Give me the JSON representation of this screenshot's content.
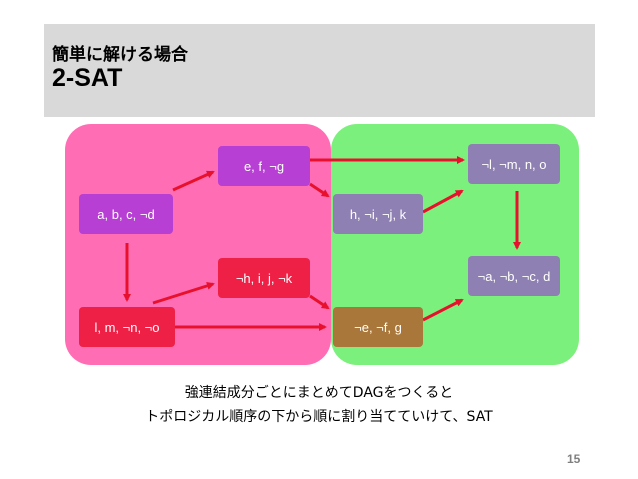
{
  "header": {
    "subtitle": "簡単に解ける場合",
    "title": "2-SAT"
  },
  "nodes": {
    "abcd": "a, b, c, ¬d",
    "efg": "e, f, ¬g",
    "hijk_left": "¬h, i, j, ¬k",
    "lmno_left": "l, m, ¬n, ¬o",
    "hijk_right": "h, ¬i, ¬j, k",
    "efg_right": "¬e, ¬f, g",
    "lmno_right": "¬l, ¬m, n, o",
    "abcd_right": "¬a, ¬b, ¬c, d"
  },
  "caption": {
    "line1": "強連結成分ごとにまとめてDAGをつくると",
    "line2": "トポロジカル順序の下から順に割り当てていけて、SAT"
  },
  "page_number": "15",
  "colors": {
    "header_bg": "#d9d9d9",
    "left_group": "#ff6eb4",
    "right_group": "#7cf07c",
    "node_magenta": "#b83fd3",
    "node_red": "#ee2046",
    "node_purple": "#8e80b2",
    "node_brown": "#a9773a",
    "arrow": "#e8112d"
  }
}
